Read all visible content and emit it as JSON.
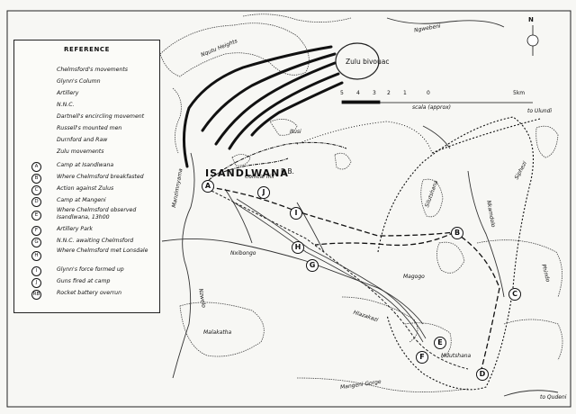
{
  "legend": {
    "title": "REFERENCE",
    "items": [
      {
        "label": "Chelmsford's movements"
      },
      {
        "label": "Glynn's Column"
      },
      {
        "label": "Artillery"
      },
      {
        "label": "N.N.C."
      },
      {
        "label": "Dartnell's encircling movement"
      },
      {
        "label": "Russell's mounted men"
      },
      {
        "label": "Durnford and Raw"
      },
      {
        "label": "Zulu movements"
      }
    ],
    "keys": [
      {
        "letter": "A",
        "label": "Camp at Isandlwana"
      },
      {
        "letter": "B",
        "label": "Where Chelmsford breakfasted"
      },
      {
        "letter": "C",
        "label": "Action against Zulus"
      },
      {
        "letter": "D",
        "label": "Camp at Mangeni"
      },
      {
        "letter": "E",
        "label": "Where Chelmsford observed Isandlwana, 13h00"
      },
      {
        "letter": "F",
        "label": "Artillery Park"
      },
      {
        "letter": "G",
        "label": "N.N.C. awaiting Chelmsford"
      },
      {
        "letter": "H",
        "label": "Where Chelmsford met Lonsdale"
      },
      {
        "letter": "I",
        "label": "Glynn's force formed up"
      },
      {
        "letter": "J",
        "label": "Guns fired at camp"
      },
      {
        "letter": "RB",
        "label": "Rocket battery overrun"
      }
    ]
  },
  "north": {
    "label": "N"
  },
  "scale": {
    "numbers": [
      "5",
      "4",
      "3",
      "2",
      "1",
      "0",
      "5km"
    ],
    "title": "scala (approx)"
  },
  "places": {
    "zulu_bivouac": "Zulu bivouac",
    "isandlwana": "ISANDLWANA",
    "rb": "R.B.",
    "conical_hill": "Conical hill",
    "itusi": "Itusi",
    "nquthu": "Nqutu Heights",
    "manzimnyama": "Manzimnyama",
    "nzwelo": "Nzwelo",
    "nxibongo": "Nxibongo",
    "malakatha": "Malakatha",
    "hlazakazi": "Hlazakazi",
    "magogo": "Magogo",
    "silutshana": "Silutshana",
    "siphezi": "Siphezi",
    "phindo": "Phindo",
    "mdutshana": "Mdutshana",
    "mangeni_gorge": "Mangeni Gorge",
    "nkamdolo": "Nkamdolo",
    "ngwebeni": "Ngwebeni",
    "to_ulundi": "to Ulundi",
    "to_qudeni": "to Qudeni"
  },
  "markers": [
    "A",
    "B",
    "C",
    "D",
    "E",
    "F",
    "G",
    "H",
    "I",
    "J"
  ]
}
